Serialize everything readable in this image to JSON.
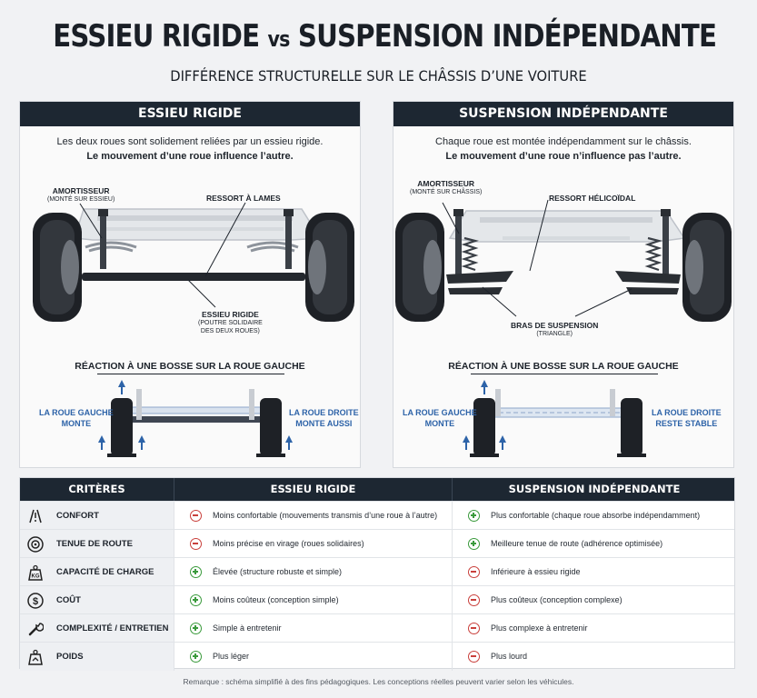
{
  "title": {
    "main_part1": "ESSIEU RIGIDE",
    "vs": "vs",
    "main_part2": "SUSPENSION INDÉPENDANTE",
    "subtitle": "DIFFÉRENCE STRUCTURELLE SUR LE CHÂSSIS D’UNE VOITURE"
  },
  "left_panel": {
    "header": "ESSIEU RIGIDE",
    "desc1": "Les deux roues sont solidement reliées par un essieu rigide.",
    "desc2": "Le mouvement d’une roue influence l’autre.",
    "callout_shock": "AMORTISSEUR",
    "callout_shock_sub": "(MONTÉ SUR ESSIEU)",
    "callout_spring": "RESSORT À LAMES",
    "callout_axle": "ESSIEU RIGIDE",
    "callout_axle_sub1": "(POUTRE SOLIDAIRE",
    "callout_axle_sub2": "DES DEUX ROUES)",
    "reaction_title": "RÉACTION À UNE BOSSE SUR LA ROUE GAUCHE",
    "left_label1": "LA ROUE GAUCHE",
    "left_label2": "MONTE",
    "right_label1": "LA ROUE DROITE",
    "right_label2": "MONTE AUSSI"
  },
  "right_panel": {
    "header": "SUSPENSION INDÉPENDANTE",
    "desc1": "Chaque roue est montée indépendamment sur le châssis.",
    "desc2": "Le mouvement d’une roue n’influence pas l’autre.",
    "callout_shock": "AMORTISSEUR",
    "callout_shock_sub": "(MONTÉ SUR CHÂSSIS)",
    "callout_spring": "RESSORT HÉLICOÏDAL",
    "callout_arm": "BRAS DE SUSPENSION",
    "callout_arm_sub": "(TRIANGLE)",
    "reaction_title": "RÉACTION À UNE BOSSE SUR LA ROUE GAUCHE",
    "left_label1": "LA ROUE GAUCHE",
    "left_label2": "MONTE",
    "right_label1": "LA ROUE DROITE",
    "right_label2": "RESTE STABLE"
  },
  "table": {
    "headers": [
      "CRITÈRES",
      "ESSIEU RIGIDE",
      "SUSPENSION INDÉPENDANTE"
    ],
    "rows": [
      {
        "icon": "road-warning-icon",
        "criterion": "CONFORT",
        "rigid": "Moins confortable (mouvements transmis d’une roue à l’autre)",
        "rigid_sign": "minus",
        "indep": "Plus confortable (chaque roue absorbe indépendamment)",
        "indep_sign": "plus"
      },
      {
        "icon": "tire-icon",
        "criterion": "TENUE DE ROUTE",
        "rigid": "Moins précise en virage (roues solidaires)",
        "rigid_sign": "minus",
        "indep": "Meilleure tenue de route (adhérence optimisée)",
        "indep_sign": "plus"
      },
      {
        "icon": "weight-kg-icon",
        "criterion": "CAPACITÉ DE CHARGE",
        "rigid": "Élevée (structure robuste et simple)",
        "rigid_sign": "plus",
        "indep": "Inférieure à essieu rigide",
        "indep_sign": "minus"
      },
      {
        "icon": "dollar-icon",
        "criterion": "COÛT",
        "rigid": "Moins coûteux (conception simple)",
        "rigid_sign": "plus",
        "indep": "Plus coûteux (conception complexe)",
        "indep_sign": "minus"
      },
      {
        "icon": "wrench-icon",
        "criterion": "COMPLEXITÉ / ENTRETIEN",
        "rigid": "Simple à entretenir",
        "rigid_sign": "plus",
        "indep": "Plus complexe à entretenir",
        "indep_sign": "minus"
      },
      {
        "icon": "weight-icon",
        "criterion": "POIDS",
        "rigid": "Plus léger",
        "rigid_sign": "plus",
        "indep": "Plus lourd",
        "indep_sign": "minus"
      }
    ]
  },
  "footnote": "Remarque : schéma simplifié à des fins pédagogiques. Les conceptions réelles peuvent varier selon les véhicules.",
  "colors": {
    "header_bg": "#1d2732",
    "label_blue": "#2d63a8",
    "plus_green": "#3a9a3c",
    "minus_red": "#c9403c"
  }
}
